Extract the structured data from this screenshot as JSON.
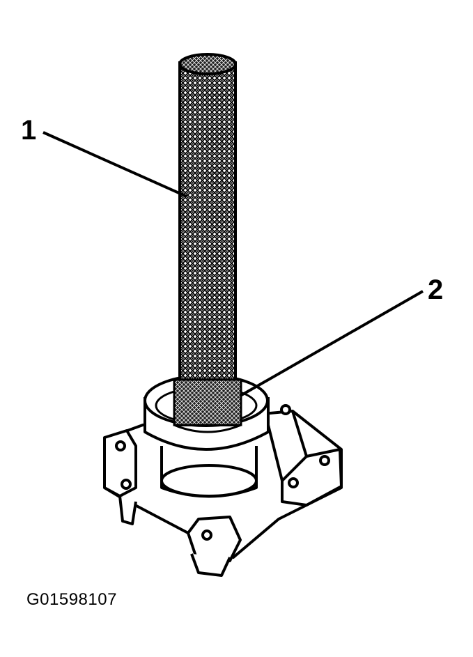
{
  "callouts": {
    "one": "1",
    "two": "2"
  },
  "figure_id": "G01598107",
  "colors": {
    "ink": "#000000",
    "paper": "#ffffff"
  }
}
